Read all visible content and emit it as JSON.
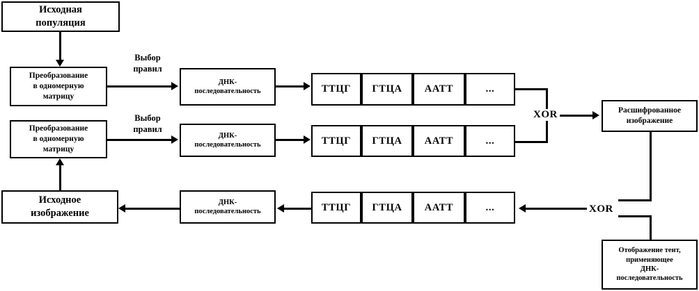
{
  "diagram": {
    "title": "DNA-sequence image encryption/decryption block diagram",
    "colors": {
      "stroke": "#000000",
      "fill": "#ffffff",
      "text": "#000000"
    },
    "nodes": {
      "source_population": "Исходная\nпопуляция",
      "transform_1d_top": "Преобразование\nв одномерную\nматрицу",
      "transform_1d_mid": "Преобразование\nв одномерную\nматрицу",
      "source_image": "Исходное\nизображение",
      "dna_sequence_top": "ДНК-\nпоследовательность",
      "dna_sequence_mid": "ДНК-\nпоследовательность",
      "dna_sequence_bottom": "ДНК-\nпоследовательность",
      "decrypted_image": "Расшифрованное\nизображение",
      "dna_display": "Отображение тент,\nприменяющее\nДНК-\nпоследовательность"
    },
    "edge_labels": {
      "rule_choice_top": "Выбор\nправил",
      "rule_choice_mid": "Выбор\nправил"
    },
    "operators": {
      "xor_top": "XOR",
      "xor_bottom": "XOR"
    },
    "codon_rows": [
      {
        "name": "codon-row-top",
        "cells": [
          "ТТЦГ",
          "ГТЦА",
          "ААТТ",
          "..."
        ]
      },
      {
        "name": "codon-row-middle",
        "cells": [
          "ТТЦГ",
          "ГТЦА",
          "ААТТ",
          "..."
        ]
      },
      {
        "name": "codon-row-bottom",
        "cells": [
          "ТТЦГ",
          "ГТЦА",
          "ААТТ",
          "..."
        ]
      }
    ]
  }
}
